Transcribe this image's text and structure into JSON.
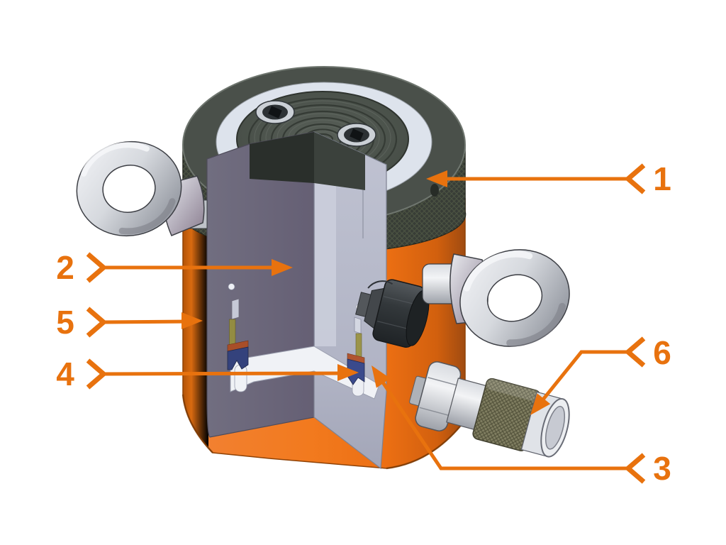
{
  "illustration_name": "hydraulic-cylinder-cutaway",
  "background_color": "#FFFFFF",
  "accent_color": "#E8720E",
  "callouts": [
    {
      "label": "1"
    },
    {
      "label": "2"
    },
    {
      "label": "3"
    },
    {
      "label": "4"
    },
    {
      "label": "5"
    },
    {
      "label": "6"
    }
  ]
}
